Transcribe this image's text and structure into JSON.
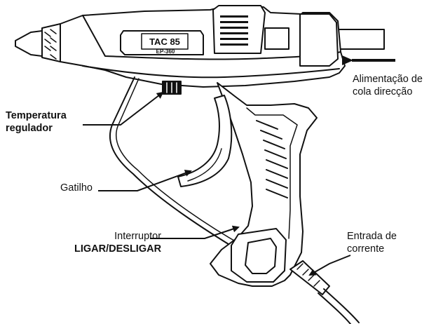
{
  "diagram": {
    "labels": {
      "glue_feed": {
        "line1": "Alimentação de",
        "line2": "cola direcção"
      },
      "temperature": {
        "line1": "Temperatura",
        "line2": "regulador"
      },
      "trigger": {
        "line1": "Gatilho"
      },
      "switch": {
        "line1": "Interruptor",
        "line2": "LIGAR/DESLIGAR"
      },
      "power": {
        "line1": "Entrada de",
        "line2": "corrente"
      }
    },
    "device_badge": {
      "line1": "TAC 85",
      "line2": "EP-360"
    },
    "colors": {
      "outline": "#111111",
      "fill": "#ffffff",
      "shade": "#9a9a9a"
    }
  }
}
